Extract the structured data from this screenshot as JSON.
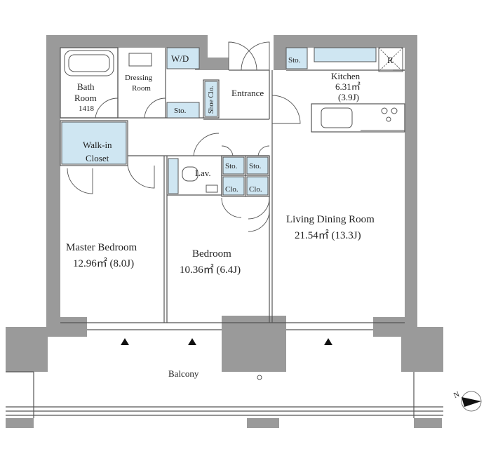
{
  "rooms": {
    "bath": {
      "line1": "Bath",
      "line2": "Room",
      "size": "1418"
    },
    "dressing": {
      "line1": "Dressing",
      "line2": "Room"
    },
    "washer": {
      "label": "W/D"
    },
    "storage": {
      "label": "Sto."
    },
    "shoe_closet": {
      "label": "Shoe Clo."
    },
    "entrance": {
      "label": "Entrance"
    },
    "walk_in": {
      "line1": "Walk-in",
      "line2": "Closet"
    },
    "lavatory": {
      "label": "Lav."
    },
    "closet": {
      "label": "Clo."
    },
    "kitchen": {
      "name": "Kitchen",
      "area": "6.31㎡",
      "tatami": "(3.9J)",
      "fridge": "R"
    },
    "living": {
      "name": "Living Dining Room",
      "area": "21.54㎡ (13.3J)"
    },
    "master": {
      "name": "Master Bedroom",
      "area": "12.96㎡ (8.0J)"
    },
    "bedroom": {
      "name": "Bedroom",
      "area": "10.36㎡ (6.4J)"
    },
    "balcony": {
      "name": "Balcony"
    }
  },
  "compass": {
    "label": "N"
  },
  "colors": {
    "wall": "#9a9a9a",
    "closet_fill": "#cfe6f2",
    "line": "#555555"
  }
}
